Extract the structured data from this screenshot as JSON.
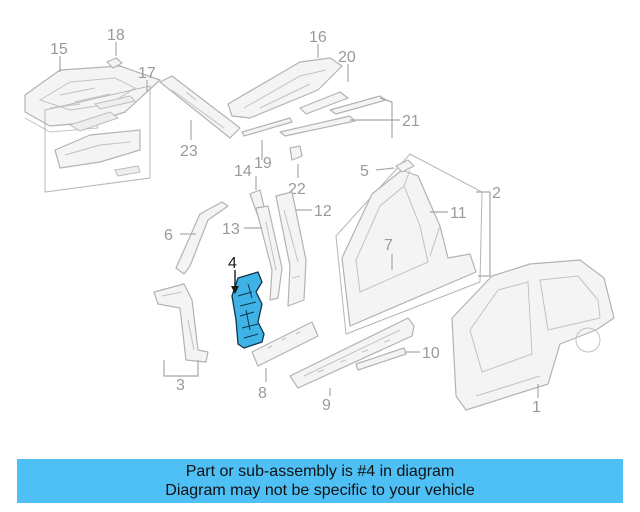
{
  "diagram": {
    "callouts": {
      "c1": "1",
      "c2": "2",
      "c3": "3",
      "c4": "4",
      "c5": "5",
      "c6": "6",
      "c7": "7",
      "c8": "8",
      "c9": "9",
      "c10": "10",
      "c11": "11",
      "c12": "12",
      "c13": "13",
      "c14": "14",
      "c15": "15",
      "c16": "16",
      "c17": "17",
      "c18": "18",
      "c19": "19",
      "c20": "20",
      "c21": "21",
      "c22": "22",
      "c23": "23"
    },
    "highlighted_part": "4",
    "colors": {
      "highlight": "#3fb3e6",
      "banner": "#4fc0f5",
      "line_art": "#b3b3b3"
    }
  },
  "banner": {
    "line1": "Part or sub-assembly is #4 in diagram",
    "line2": "Diagram may not be specific to your vehicle"
  }
}
